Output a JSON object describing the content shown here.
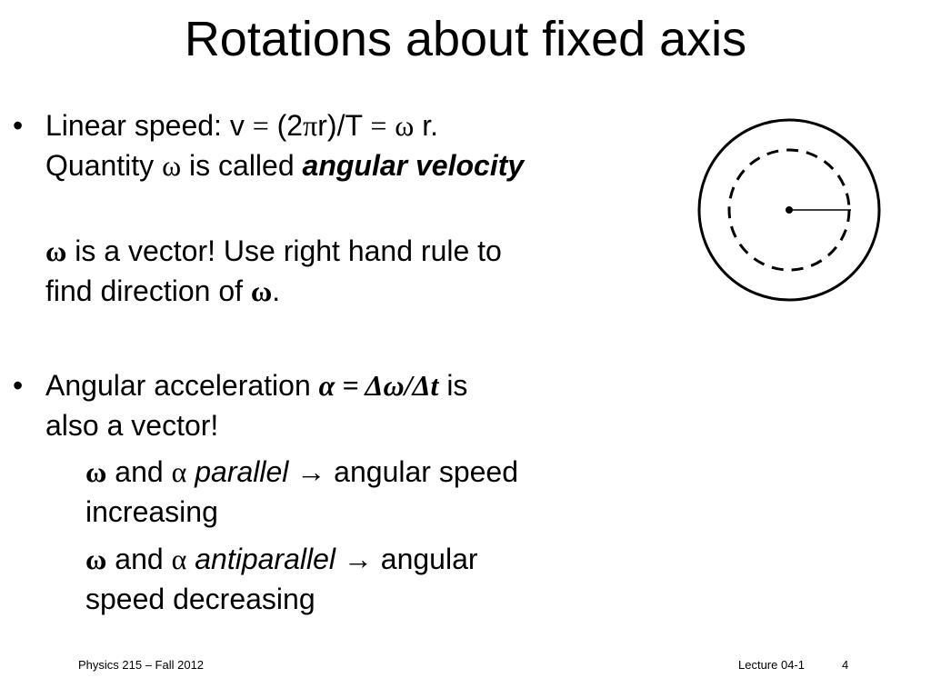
{
  "title": "Rotations about fixed axis",
  "bullets": [
    {
      "marker": "•",
      "line1": {
        "a": "Linear speed: v ",
        "eq1": "=",
        "b": " (2",
        "pi": "π",
        "c": "r)/T ",
        "eq2": "=",
        "d": " ",
        "omega": "ω",
        "e": " r."
      },
      "line2": {
        "a": "Quantity ",
        "omega": "ω",
        "b": " is called ",
        "emph": "angular velocity"
      }
    },
    {
      "marker": "",
      "line1": {
        "omega": "ω",
        "a": " is a vector! Use right hand rule to"
      },
      "line2": {
        "a": "find direction of ",
        "omega": "ω",
        "b": "."
      }
    },
    {
      "marker": "•",
      "line1": {
        "a": "Angular acceleration ",
        "formula": "α = Δω/Δt",
        "b": " is"
      },
      "line2": {
        "a": "also a vector!"
      }
    }
  ],
  "sub_bullets": [
    {
      "marker": "",
      "line1": {
        "omega": "ω",
        "a": " and ",
        "alpha": "α",
        "b": " ",
        "emph": "parallel",
        "c": " ",
        "arrow": "→",
        "d": " angular speed"
      },
      "line2": {
        "a": "increasing"
      }
    },
    {
      "marker": "",
      "line1": {
        "omega": "ω",
        "a": " and ",
        "alpha": "α",
        "b": " ",
        "emph": "antiparallel",
        "c": " ",
        "arrow": "→",
        "d": " angular"
      },
      "line2": {
        "a": "speed decreasing"
      }
    }
  ],
  "footer": {
    "course": "Physics 215 –  Fall 2012",
    "lecture": "Lecture 04-1",
    "page": "4"
  },
  "diagram": {
    "stroke_color": "#000000"
  }
}
